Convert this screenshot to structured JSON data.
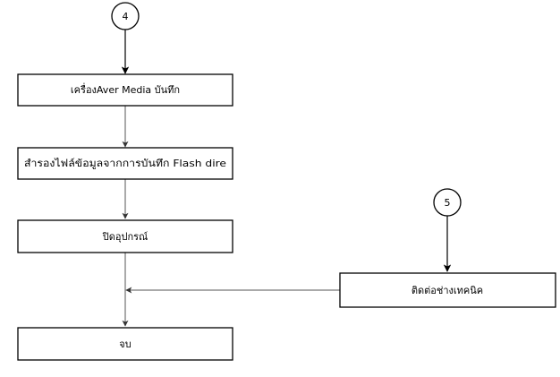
{
  "connectors": {
    "top": "4",
    "right": "5"
  },
  "steps": {
    "record": "เครื่องAver Media บันทึก",
    "backup": "สำรองไฟล์ข้อมูลจากการบันทึก Flash dire",
    "shutdown": "ปิดอุปกรณ์",
    "technician": "ติดต่อช่างเทคนิค",
    "end": "จบ"
  }
}
